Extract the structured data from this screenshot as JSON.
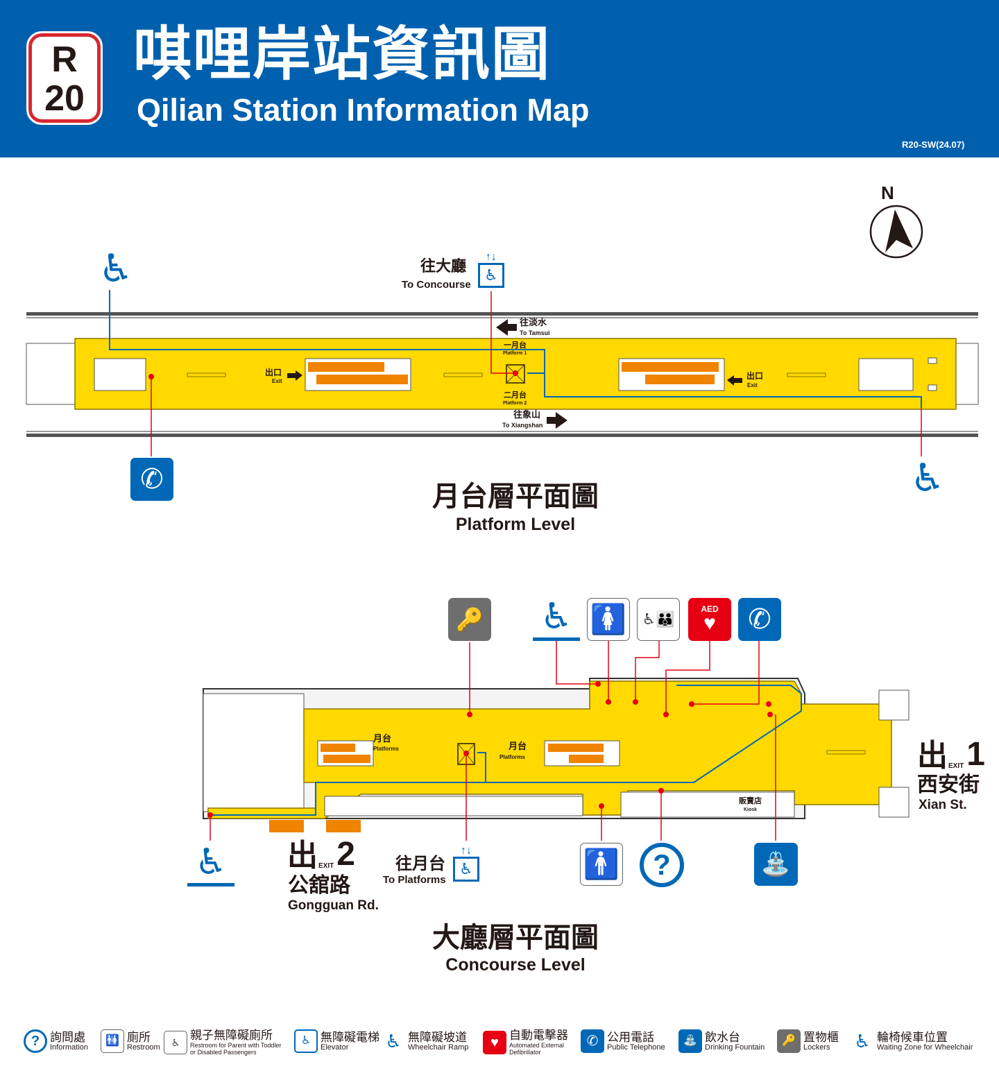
{
  "header": {
    "logo": {
      "line": "R",
      "number": "20"
    },
    "title": "唭哩岸站資訊圖",
    "subtitle": "Qilian Station Information Map",
    "code": "R20-SW(24.07)"
  },
  "compass": {
    "label": "N"
  },
  "platform_level": {
    "title_zh": "月台層平面圖",
    "title_en": "Platform Level",
    "to_concourse": {
      "zh": "往大廳",
      "en": "To Concourse"
    },
    "to_tamsui": {
      "zh": "往淡水",
      "en": "To Tamsui"
    },
    "to_xiangshan": {
      "zh": "往象山",
      "en": "To Xiangshan"
    },
    "platform1": {
      "zh": "一月台",
      "en": "Platform 1"
    },
    "platform2": {
      "zh": "二月台",
      "en": "Platform 2"
    },
    "exit_left": {
      "zh": "出口",
      "en": "Exit"
    },
    "exit_right": {
      "zh": "出口",
      "en": "Exit"
    }
  },
  "concourse_level": {
    "title_zh": "大廳層平面圖",
    "title_en": "Concourse Level",
    "platforms_left": {
      "zh": "月台",
      "en": "Platforms"
    },
    "platforms_right": {
      "zh": "月台",
      "en": "Platforms"
    },
    "kiosk": {
      "zh": "販賣店",
      "en": "Kiosk"
    },
    "to_platforms": {
      "zh": "往月台",
      "en": "To Platforms"
    },
    "exit1": {
      "mark": "出",
      "exit": "EXIT",
      "number": "1",
      "zh": "西安街",
      "en": "Xian St."
    },
    "exit2": {
      "mark": "出",
      "exit": "EXIT",
      "number": "2",
      "zh": "公舘路",
      "en": "Gongguan Rd."
    },
    "aed_label": "AED"
  },
  "legend": [
    {
      "icon": "information-icon",
      "zh": "詢問處",
      "en": "Information"
    },
    {
      "icon": "restroom-icon",
      "zh": "廁所",
      "en": "Restroom"
    },
    {
      "icon": "family-restroom-icon",
      "zh": "親子無障礙廁所",
      "en": "Restroom for Parent with Toddler or Disabled Passengers"
    },
    {
      "icon": "elevator-icon",
      "zh": "無障礙電梯",
      "en": "Elevator"
    },
    {
      "icon": "wheelchair-ramp-icon",
      "zh": "無障礙坡道",
      "en": "Wheelchair Ramp"
    },
    {
      "icon": "aed-icon",
      "zh": "自動電擊器",
      "en": "Automated External Defibrillator"
    },
    {
      "icon": "telephone-icon",
      "zh": "公用電話",
      "en": "Public Telephone"
    },
    {
      "icon": "drinking-fountain-icon",
      "zh": "飲水台",
      "en": "Drinking Fountain"
    },
    {
      "icon": "lockers-icon",
      "zh": "置物櫃",
      "en": "Lockers"
    },
    {
      "icon": "wheelchair-waiting-icon",
      "zh": "輪椅候車位置",
      "en": "Waiting Zone for Wheelchair"
    }
  ],
  "colors": {
    "header": "#0060ae",
    "floor": "#ffd900",
    "route": "#0068b7",
    "pointer": "#e60012",
    "escalator": "#f08300"
  }
}
